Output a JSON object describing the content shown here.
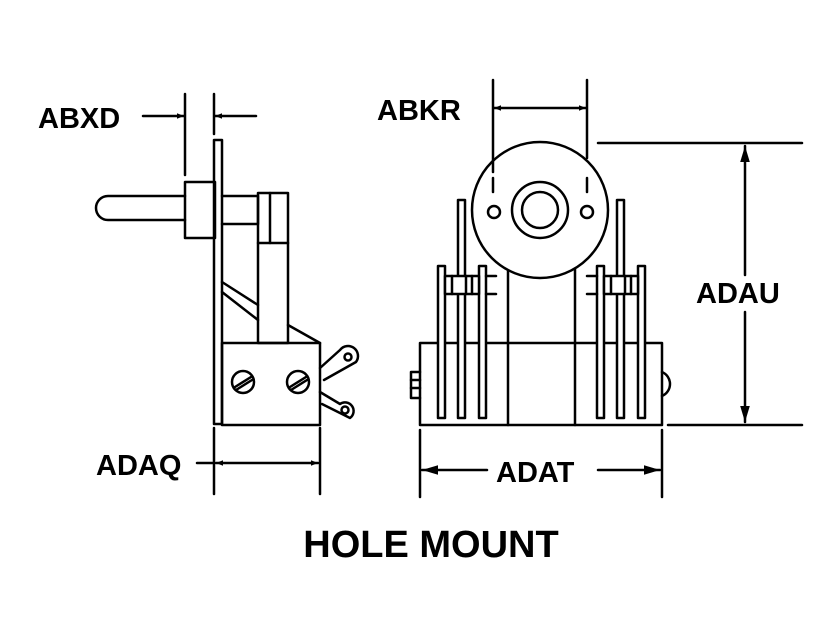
{
  "labels": {
    "abxd": "ABXD",
    "abkr": "ABKR",
    "adau": "ADAU",
    "adaq": "ADAQ",
    "adat": "ADAT"
  },
  "caption": "HOLE MOUNT",
  "colors": {
    "ink": "#000000",
    "paper": "#ffffff"
  }
}
